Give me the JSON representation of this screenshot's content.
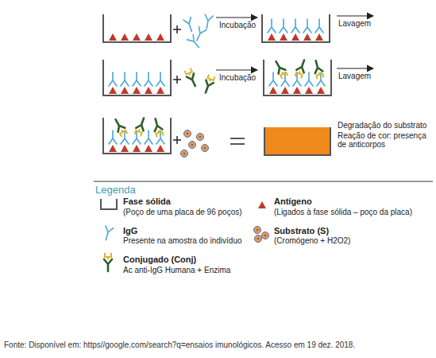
{
  "diagram": {
    "caption": "Fonte: Disponível em: https//google.com/search?q=ensaios imunológicos. Acesso em 19  dez. 2018.",
    "nodes": [
      {
        "text": [
          "Degradação do substrato",
          "Reação de cor: presença de anticorpos"
        ]
      }
    ],
    "labels": [
      "Incubação",
      "Lavagem",
      "Incubação",
      "Lavagem",
      "Legenda",
      "(Poço de uma placa de 96 poços)",
      "(Ligados à fase sólida – poço da placa)",
      "Presente na amostra do indivíduo",
      "(Cromógeno + H2O2)",
      "Ac anti-IgG Humana + Enzima"
    ],
    "legend": [
      {
        "text": "Fase sólida"
      },
      {
        "text": "Antígeno"
      },
      {
        "text": "IgG"
      },
      {
        "text": "Substrato (S)"
      },
      {
        "text": "Conjugado (Conj)"
      }
    ]
  }
}
